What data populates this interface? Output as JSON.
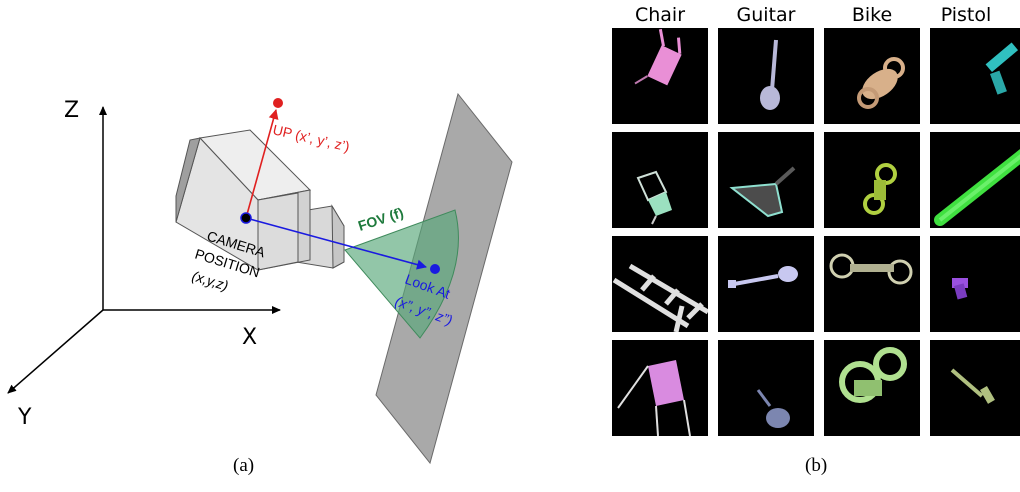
{
  "panel_a": {
    "axes": {
      "z": "Z",
      "x": "X",
      "y": "Y"
    },
    "up_label": "UP (x’, y’, z’)",
    "camera_label_1": "CAMERA",
    "camera_label_2": "POSITION",
    "camera_label_3": "(x,y,z)",
    "fov_label": "FOV (f)",
    "lookat_label_1": "Look At",
    "lookat_label_2": "(x”, y”, z”)",
    "caption": "(a)",
    "colors": {
      "up": "#e02020",
      "lookat": "#1a1ae0",
      "fov": "#1e7a3c",
      "plane": "#a8a8a8",
      "camera": "#d9d9d9"
    }
  },
  "panel_b": {
    "columns": [
      "Chair",
      "Guitar",
      "Bike",
      "Pistol"
    ],
    "caption": "(b)",
    "object_colors": {
      "chair": [
        "#e98fd6",
        "#9be0c0",
        "#e0e0e0",
        "#d98be0"
      ],
      "guitar": [
        "#b8b8d8",
        "#8fe0d0",
        "#c8c8f0",
        "#7c86b0"
      ],
      "bike": [
        "#d8b08a",
        "#b0d040",
        "#d0d0b0",
        "#b0e090"
      ],
      "pistol": [
        "#30c0c0",
        "#40e040",
        "#9a50e0",
        "#b0c080"
      ]
    }
  }
}
